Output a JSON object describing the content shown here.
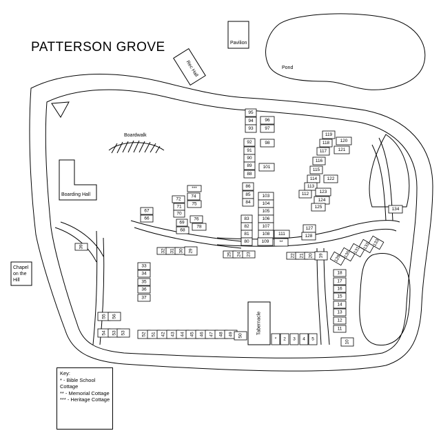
{
  "title": "PATTERSON GROVE",
  "buildings": {
    "pavilion": "Pavilion",
    "pond": "Pond",
    "rec_hall": "Rec Hall",
    "boardwalk": "Boardwalk",
    "boarding_hall": "Boarding Hall",
    "chapel_line1": "Chapel",
    "chapel_line2": "on the",
    "chapel_line3": "Hill",
    "tabernacle": "Tabernacle"
  },
  "legend": {
    "heading": "Key:",
    "line1": "* - Bible School",
    "line2": "Cottage",
    "line3": "** - Memorial Cottage",
    "line4": "*** - Heritage Cottage"
  },
  "lots": [
    {
      "label": "95",
      "rot": 0
    },
    {
      "label": "94",
      "rot": 0
    },
    {
      "label": "96",
      "rot": 0
    },
    {
      "label": "93",
      "rot": 0
    },
    {
      "label": "97",
      "rot": 0
    },
    {
      "label": "92",
      "rot": 0
    },
    {
      "label": "98",
      "rot": 0
    },
    {
      "label": "91",
      "rot": 0
    },
    {
      "label": "90",
      "rot": 0
    },
    {
      "label": "89",
      "rot": 0
    },
    {
      "label": "101",
      "rot": 0
    },
    {
      "label": "88",
      "rot": 0
    },
    {
      "label": "86",
      "rot": 0
    },
    {
      "label": "85",
      "rot": 0
    },
    {
      "label": "103",
      "rot": 0
    },
    {
      "label": "84",
      "rot": 0
    },
    {
      "label": "104",
      "rot": 0
    },
    {
      "label": "105",
      "rot": 0
    },
    {
      "label": "83",
      "rot": 0
    },
    {
      "label": "106",
      "rot": 0
    },
    {
      "label": "82",
      "rot": 0
    },
    {
      "label": "107",
      "rot": 0
    },
    {
      "label": "81",
      "rot": 0
    },
    {
      "label": "108",
      "rot": 0
    },
    {
      "label": "111",
      "rot": 0
    },
    {
      "label": "80",
      "rot": 0
    },
    {
      "label": "109",
      "rot": 0
    },
    {
      "label": "**",
      "rot": 0
    },
    {
      "label": "***",
      "rot": 0
    },
    {
      "label": "74",
      "rot": 0
    },
    {
      "label": "72",
      "rot": 0
    },
    {
      "label": "71",
      "rot": 0
    },
    {
      "label": "75",
      "rot": 0
    },
    {
      "label": "70",
      "rot": 0
    },
    {
      "label": "69",
      "rot": 0
    },
    {
      "label": "76",
      "rot": 0
    },
    {
      "label": "68",
      "rot": 0
    },
    {
      "label": "78",
      "rot": 0
    },
    {
      "label": "67",
      "rot": 0
    },
    {
      "label": "66",
      "rot": 0
    },
    {
      "label": "32",
      "rot": -90
    },
    {
      "label": "31",
      "rot": -90
    },
    {
      "label": "30",
      "rot": -90
    },
    {
      "label": "29",
      "rot": -90
    },
    {
      "label": "25",
      "rot": -90
    },
    {
      "label": "24",
      "rot": -90
    },
    {
      "label": "23",
      "rot": -90
    },
    {
      "label": "22",
      "rot": -90
    },
    {
      "label": "21",
      "rot": -90
    },
    {
      "label": "20",
      "rot": -90
    },
    {
      "label": "19",
      "rot": -90
    },
    {
      "label": "33",
      "rot": 0
    },
    {
      "label": "34",
      "rot": 0
    },
    {
      "label": "35",
      "rot": 0
    },
    {
      "label": "36",
      "rot": 0
    },
    {
      "label": "37",
      "rot": 0
    },
    {
      "label": "39",
      "rot": -90
    },
    {
      "label": "119",
      "rot": 0
    },
    {
      "label": "120",
      "rot": 0
    },
    {
      "label": "118",
      "rot": 0
    },
    {
      "label": "121",
      "rot": 0
    },
    {
      "label": "117",
      "rot": 0
    },
    {
      "label": "116",
      "rot": 0
    },
    {
      "label": "115",
      "rot": 0
    },
    {
      "label": "122",
      "rot": 0
    },
    {
      "label": "114",
      "rot": 0
    },
    {
      "label": "113",
      "rot": 0
    },
    {
      "label": "123",
      "rot": 0
    },
    {
      "label": "112",
      "rot": 0
    },
    {
      "label": "124",
      "rot": 0
    },
    {
      "label": "125",
      "rot": 0
    },
    {
      "label": "127",
      "rot": 0
    },
    {
      "label": "128",
      "rot": 0
    },
    {
      "label": "134",
      "rot": 0
    },
    {
      "label": "129",
      "rot": -60
    },
    {
      "label": "130",
      "rot": -60
    },
    {
      "label": "131",
      "rot": -60
    },
    {
      "label": "132",
      "rot": -60
    },
    {
      "label": "133",
      "rot": -60
    },
    {
      "label": "18",
      "rot": 0
    },
    {
      "label": "17",
      "rot": 0
    },
    {
      "label": "16",
      "rot": 0
    },
    {
      "label": "15",
      "rot": 0
    },
    {
      "label": "14",
      "rot": 0
    },
    {
      "label": "13",
      "rot": 0
    },
    {
      "label": "12",
      "rot": 0
    },
    {
      "label": "11",
      "rot": 0
    },
    {
      "label": "10",
      "rot": -90
    },
    {
      "label": "*",
      "rot": 0
    },
    {
      "label": "2",
      "rot": 0
    },
    {
      "label": "3",
      "rot": 0
    },
    {
      "label": "4",
      "rot": 0
    },
    {
      "label": "5",
      "rot": 0
    },
    {
      "label": "55",
      "rot": -90
    },
    {
      "label": "56",
      "rot": -90
    },
    {
      "label": "54",
      "rot": -90
    },
    {
      "label": "53",
      "rot": -90
    },
    {
      "label": "53",
      "rot": -90
    },
    {
      "label": "52",
      "rot": -90
    },
    {
      "label": "51",
      "rot": -90
    },
    {
      "label": "42",
      "rot": -90
    },
    {
      "label": "43",
      "rot": -90
    },
    {
      "label": "44",
      "rot": -90
    },
    {
      "label": "45",
      "rot": -90
    },
    {
      "label": "46",
      "rot": -90
    },
    {
      "label": "47",
      "rot": -90
    },
    {
      "label": "48",
      "rot": -90
    },
    {
      "label": "49",
      "rot": -90
    },
    {
      "label": "50",
      "rot": -90
    }
  ]
}
